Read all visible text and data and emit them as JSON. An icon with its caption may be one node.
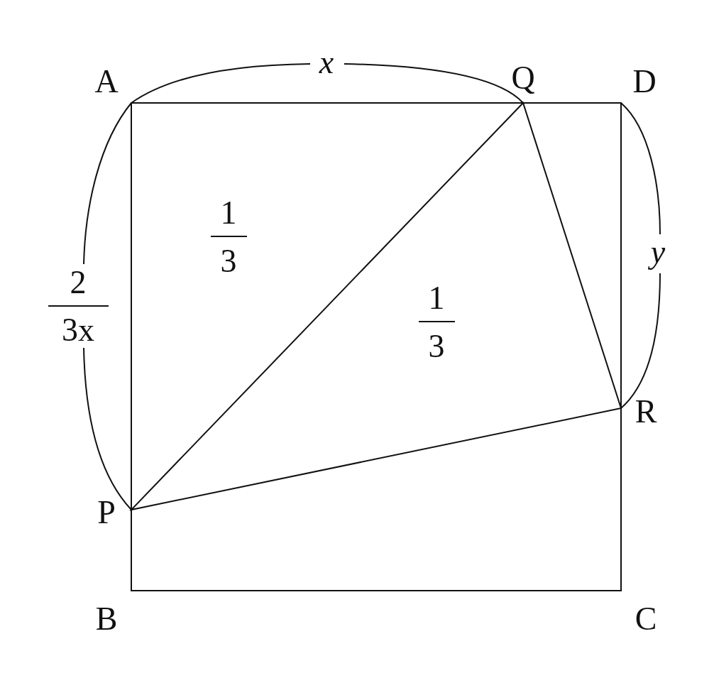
{
  "diagram": {
    "labels": [
      "x",
      "A",
      "Q",
      "D",
      "1",
      "3",
      "y",
      "2",
      "1",
      "3x",
      "3",
      "R",
      "P",
      "B",
      "C"
    ]
  }
}
